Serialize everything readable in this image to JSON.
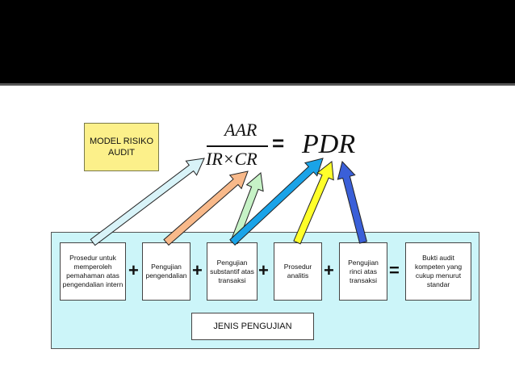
{
  "model": {
    "label": "MODEL RISIKO AUDIT"
  },
  "formula": {
    "numerator": "AAR",
    "denominator": "IR×CR",
    "equals": "=",
    "result": "PDR"
  },
  "steps": [
    {
      "label": "Prosedur untuk memperoleh pemahaman atas pengendalian intern"
    },
    {
      "label": "Pengujian pengendalian"
    },
    {
      "label": "Pengujian substantif atas transaksi"
    },
    {
      "label": "Prosedur analitis"
    },
    {
      "label": "Pengujian rinci atas transaksi"
    },
    {
      "label": "Bukti audit kompeten yang cukup menurut standar"
    }
  ],
  "operators": [
    "+",
    "+",
    "+",
    "+",
    "="
  ],
  "footer": {
    "label": "JENIS PENGUJIAN"
  },
  "colors": {
    "panel": "#ccf5f9",
    "model_box": "#fcf08a",
    "arrow_to_ir": "#d8f3f8",
    "arrow_to_cr_orange": "#f8b98a",
    "arrow_to_cr_green": "#c6f2c6",
    "arrow_to_pdr_blue": "#1aa3e8",
    "arrow_to_pdr_yellow": "#ffff2a",
    "arrow_to_pdr_darkblue": "#3a5fd8"
  }
}
